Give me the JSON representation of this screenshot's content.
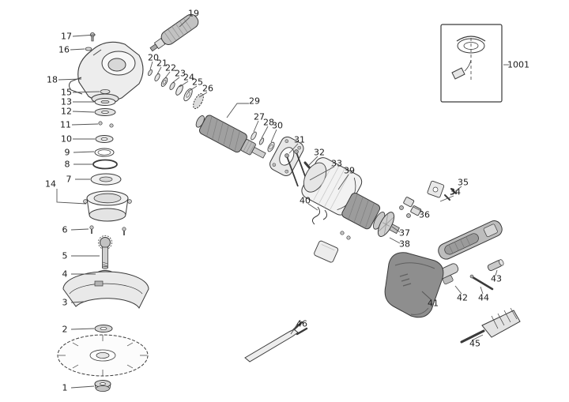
{
  "page": {
    "background": "#ffffff"
  },
  "diagram": {
    "kind": "exploded-parts-diagram",
    "subject": "Angle grinder power tool exploded parts view",
    "line_color": "#3a3a3a",
    "label_color": "#1a1a1a",
    "inset_box_label": "1001",
    "labels": [
      {
        "text": "17"
      },
      {
        "text": "16"
      },
      {
        "text": "18"
      },
      {
        "text": "15"
      },
      {
        "text": "13"
      },
      {
        "text": "12"
      },
      {
        "text": "11"
      },
      {
        "text": "10"
      },
      {
        "text": "9"
      },
      {
        "text": "8"
      },
      {
        "text": "7"
      },
      {
        "text": "14"
      },
      {
        "text": "6"
      },
      {
        "text": "5"
      },
      {
        "text": "4"
      },
      {
        "text": "3"
      },
      {
        "text": "2"
      },
      {
        "text": "1"
      },
      {
        "text": "19"
      },
      {
        "text": "20"
      },
      {
        "text": "21"
      },
      {
        "text": "22"
      },
      {
        "text": "23"
      },
      {
        "text": "24"
      },
      {
        "text": "25"
      },
      {
        "text": "26"
      },
      {
        "text": "29"
      },
      {
        "text": "27"
      },
      {
        "text": "28"
      },
      {
        "text": "30"
      },
      {
        "text": "31"
      },
      {
        "text": "32"
      },
      {
        "text": "33"
      },
      {
        "text": "39"
      },
      {
        "text": "35"
      },
      {
        "text": "34"
      },
      {
        "text": "36"
      },
      {
        "text": "40"
      },
      {
        "text": "37"
      },
      {
        "text": "38"
      },
      {
        "text": "43"
      },
      {
        "text": "42"
      },
      {
        "text": "44"
      },
      {
        "text": "41"
      },
      {
        "text": "46"
      },
      {
        "text": "45"
      },
      {
        "text": "1001"
      }
    ]
  }
}
